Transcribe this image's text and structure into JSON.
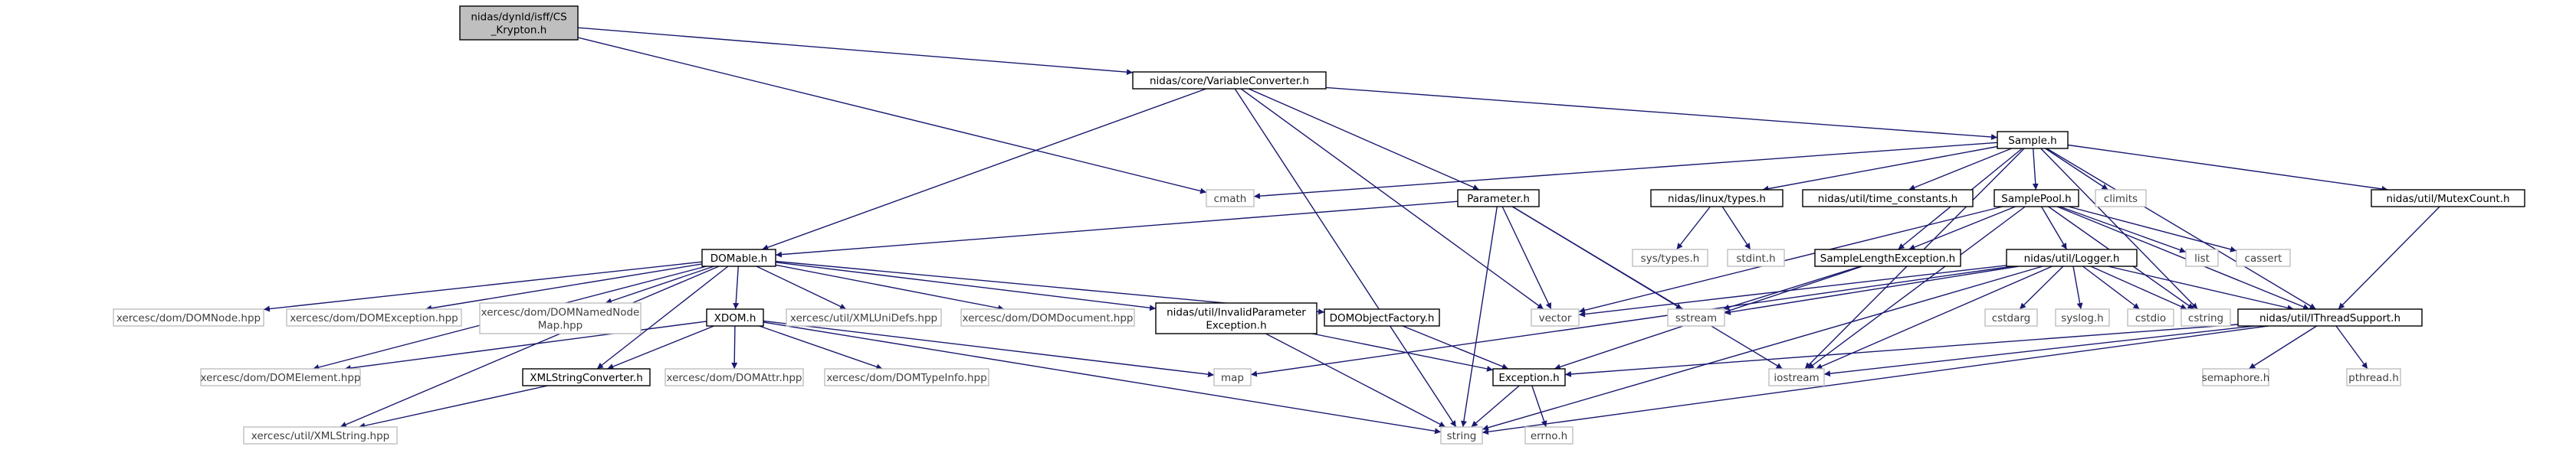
{
  "colors": {
    "edge": "#191970",
    "root_fill": "#bfbfbf",
    "doc_border": "#000000",
    "sys_border": "#bfbfbf"
  },
  "nodes": [
    {
      "id": "root",
      "kind": "root",
      "lines": [
        "nidas/dynld/isff/CS",
        "_Krypton.h"
      ]
    },
    {
      "id": "varconv",
      "kind": "doc",
      "lines": [
        "nidas/core/VariableConverter.h"
      ]
    },
    {
      "id": "cmath",
      "kind": "sys",
      "lines": [
        "cmath"
      ]
    },
    {
      "id": "sample",
      "kind": "doc",
      "lines": [
        "Sample.h"
      ]
    },
    {
      "id": "parameter",
      "kind": "doc",
      "lines": [
        "Parameter.h"
      ]
    },
    {
      "id": "linuxtypes",
      "kind": "doc",
      "lines": [
        "nidas/linux/types.h"
      ]
    },
    {
      "id": "timeconst",
      "kind": "doc",
      "lines": [
        "nidas/util/time_constants.h"
      ]
    },
    {
      "id": "samplepool",
      "kind": "doc",
      "lines": [
        "SamplePool.h"
      ]
    },
    {
      "id": "climits",
      "kind": "sys",
      "lines": [
        "climits"
      ]
    },
    {
      "id": "mutexcount",
      "kind": "doc",
      "lines": [
        "nidas/util/MutexCount.h"
      ]
    },
    {
      "id": "domable",
      "kind": "doc",
      "lines": [
        "DOMable.h"
      ]
    },
    {
      "id": "systypes",
      "kind": "sys",
      "lines": [
        "sys/types.h"
      ]
    },
    {
      "id": "stdint",
      "kind": "sys",
      "lines": [
        "stdint.h"
      ]
    },
    {
      "id": "samplelen",
      "kind": "doc",
      "lines": [
        "SampleLengthException.h"
      ]
    },
    {
      "id": "logger",
      "kind": "doc",
      "lines": [
        "nidas/util/Logger.h"
      ]
    },
    {
      "id": "list",
      "kind": "sys",
      "lines": [
        "list"
      ]
    },
    {
      "id": "cassert",
      "kind": "sys",
      "lines": [
        "cassert"
      ]
    },
    {
      "id": "domnode",
      "kind": "sys",
      "lines": [
        "xercesc/dom/DOMNode.hpp"
      ]
    },
    {
      "id": "domexc",
      "kind": "sys",
      "lines": [
        "xercesc/dom/DOMException.hpp"
      ]
    },
    {
      "id": "domnnm",
      "kind": "sys",
      "lines": [
        "xercesc/dom/DOMNamedNode",
        "Map.hpp"
      ]
    },
    {
      "id": "xdom",
      "kind": "doc",
      "lines": [
        "XDOM.h"
      ]
    },
    {
      "id": "xmlunidefs",
      "kind": "sys",
      "lines": [
        "xercesc/util/XMLUniDefs.hpp"
      ]
    },
    {
      "id": "domdoc",
      "kind": "sys",
      "lines": [
        "xercesc/dom/DOMDocument.hpp"
      ]
    },
    {
      "id": "invparam",
      "kind": "doc",
      "lines": [
        "nidas/util/InvalidParameter",
        "Exception.h"
      ]
    },
    {
      "id": "domobjfac",
      "kind": "doc",
      "lines": [
        "DOMObjectFactory.h"
      ]
    },
    {
      "id": "vector",
      "kind": "sys",
      "lines": [
        "vector"
      ]
    },
    {
      "id": "sstream",
      "kind": "sys",
      "lines": [
        "sstream"
      ]
    },
    {
      "id": "cstdarg",
      "kind": "sys",
      "lines": [
        "cstdarg"
      ]
    },
    {
      "id": "syslog",
      "kind": "sys",
      "lines": [
        "syslog.h"
      ]
    },
    {
      "id": "cstdio",
      "kind": "sys",
      "lines": [
        "cstdio"
      ]
    },
    {
      "id": "cstring",
      "kind": "sys",
      "lines": [
        "cstring"
      ]
    },
    {
      "id": "threadsupport",
      "kind": "doc",
      "lines": [
        "nidas/util/IThreadSupport.h"
      ]
    },
    {
      "id": "domelement",
      "kind": "sys",
      "lines": [
        "xercesc/dom/DOMElement.hpp"
      ]
    },
    {
      "id": "xmlstrconv",
      "kind": "doc",
      "lines": [
        "XMLStringConverter.h"
      ]
    },
    {
      "id": "domattr",
      "kind": "sys",
      "lines": [
        "xercesc/dom/DOMAttr.hpp"
      ]
    },
    {
      "id": "domtypeinfo",
      "kind": "sys",
      "lines": [
        "xercesc/dom/DOMTypeInfo.hpp"
      ]
    },
    {
      "id": "map",
      "kind": "sys",
      "lines": [
        "map"
      ]
    },
    {
      "id": "exception",
      "kind": "doc",
      "lines": [
        "Exception.h"
      ]
    },
    {
      "id": "iostream",
      "kind": "sys",
      "lines": [
        "iostream"
      ]
    },
    {
      "id": "semaphore",
      "kind": "sys",
      "lines": [
        "semaphore.h"
      ]
    },
    {
      "id": "pthread",
      "kind": "sys",
      "lines": [
        "pthread.h"
      ]
    },
    {
      "id": "xmlstring",
      "kind": "sys",
      "lines": [
        "xercesc/util/XMLString.hpp"
      ]
    },
    {
      "id": "string",
      "kind": "sys",
      "lines": [
        "string"
      ]
    },
    {
      "id": "errno",
      "kind": "sys",
      "lines": [
        "errno.h"
      ]
    }
  ],
  "edges": [
    [
      "root",
      "varconv"
    ],
    [
      "root",
      "cmath"
    ],
    [
      "varconv",
      "sample"
    ],
    [
      "varconv",
      "parameter"
    ],
    [
      "varconv",
      "domable"
    ],
    [
      "varconv",
      "vector"
    ],
    [
      "varconv",
      "string"
    ],
    [
      "sample",
      "cmath"
    ],
    [
      "sample",
      "linuxtypes"
    ],
    [
      "sample",
      "timeconst"
    ],
    [
      "sample",
      "samplepool"
    ],
    [
      "sample",
      "climits"
    ],
    [
      "sample",
      "mutexcount"
    ],
    [
      "sample",
      "samplelen"
    ],
    [
      "sample",
      "threadsupport"
    ],
    [
      "sample",
      "iostream"
    ],
    [
      "sample",
      "cstring"
    ],
    [
      "linuxtypes",
      "systypes"
    ],
    [
      "linuxtypes",
      "stdint"
    ],
    [
      "samplepool",
      "list"
    ],
    [
      "samplepool",
      "cassert"
    ],
    [
      "samplepool",
      "logger"
    ],
    [
      "samplepool",
      "threadsupport"
    ],
    [
      "samplepool",
      "vector"
    ],
    [
      "samplepool",
      "iostream"
    ],
    [
      "samplepool",
      "cstring"
    ],
    [
      "samplepool",
      "samplelen"
    ],
    [
      "mutexcount",
      "threadsupport"
    ],
    [
      "parameter",
      "domable"
    ],
    [
      "parameter",
      "vector"
    ],
    [
      "parameter",
      "sstream"
    ],
    [
      "parameter",
      "string"
    ],
    [
      "parameter",
      "iostream"
    ],
    [
      "samplelen",
      "exception"
    ],
    [
      "samplelen",
      "sstream"
    ],
    [
      "logger",
      "vector"
    ],
    [
      "logger",
      "sstream"
    ],
    [
      "logger",
      "cstdarg"
    ],
    [
      "logger",
      "syslog"
    ],
    [
      "logger",
      "cstdio"
    ],
    [
      "logger",
      "cstring"
    ],
    [
      "logger",
      "threadsupport"
    ],
    [
      "logger",
      "iostream"
    ],
    [
      "logger",
      "string"
    ],
    [
      "logger",
      "map"
    ],
    [
      "threadsupport",
      "exception"
    ],
    [
      "threadsupport",
      "iostream"
    ],
    [
      "threadsupport",
      "semaphore"
    ],
    [
      "threadsupport",
      "pthread"
    ],
    [
      "threadsupport",
      "string"
    ],
    [
      "domable",
      "domnode"
    ],
    [
      "domable",
      "domexc"
    ],
    [
      "domable",
      "domnnm"
    ],
    [
      "domable",
      "xdom"
    ],
    [
      "domable",
      "xmlunidefs"
    ],
    [
      "domable",
      "domdoc"
    ],
    [
      "domable",
      "invparam"
    ],
    [
      "domable",
      "domobjfac"
    ],
    [
      "domable",
      "domelement"
    ],
    [
      "domable",
      "xmlstrconv"
    ],
    [
      "domable",
      "xmlstring"
    ],
    [
      "xdom",
      "domelement"
    ],
    [
      "xdom",
      "xmlstrconv"
    ],
    [
      "xdom",
      "domattr"
    ],
    [
      "xdom",
      "domtypeinfo"
    ],
    [
      "xdom",
      "map"
    ],
    [
      "xdom",
      "string"
    ],
    [
      "xmlstrconv",
      "xmlstring"
    ],
    [
      "invparam",
      "exception"
    ],
    [
      "invparam",
      "string"
    ],
    [
      "domobjfac",
      "exception"
    ],
    [
      "exception",
      "string"
    ],
    [
      "exception",
      "errno"
    ]
  ]
}
